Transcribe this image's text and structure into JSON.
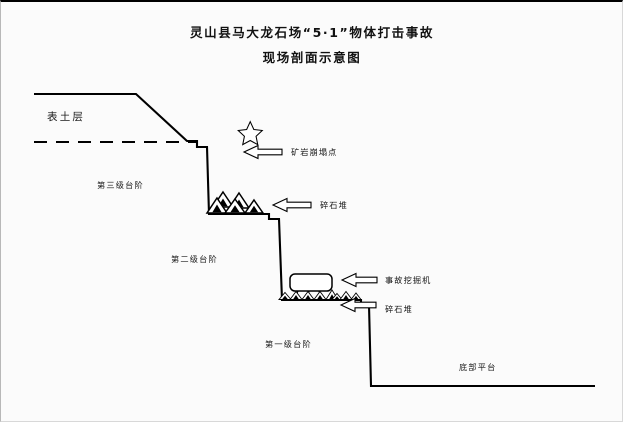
{
  "document": {
    "title_line_1": "灵山县马大龙石场“5·1”物体打击事故",
    "title_line_2": "现场剖面示意图"
  },
  "diagram": {
    "type": "cross-section-schematic",
    "topsoil_label": "表土层",
    "benches": [
      {
        "id": "bench-3",
        "label": "第三级台阶"
      },
      {
        "id": "bench-2",
        "label": "第二级台阶"
      },
      {
        "id": "bench-1",
        "label": "第一级台阶"
      },
      {
        "id": "bottom-platform",
        "label": "底部平台"
      }
    ],
    "annotations": [
      {
        "id": "collapse-point",
        "label": "矿岩崩塌点",
        "marker": "star"
      },
      {
        "id": "rubble-upper",
        "label": "碎石堆",
        "marker": "rock-pile"
      },
      {
        "id": "accident-excavator",
        "label": "事故挖掘机",
        "marker": "excavator"
      },
      {
        "id": "rubble-lower",
        "label": "碎石堆",
        "marker": "rock-pile"
      }
    ],
    "colors": {
      "line": "#000000",
      "fill": "#ffffff",
      "background": "#fbfbfb",
      "text": "#1a1a1a"
    }
  }
}
